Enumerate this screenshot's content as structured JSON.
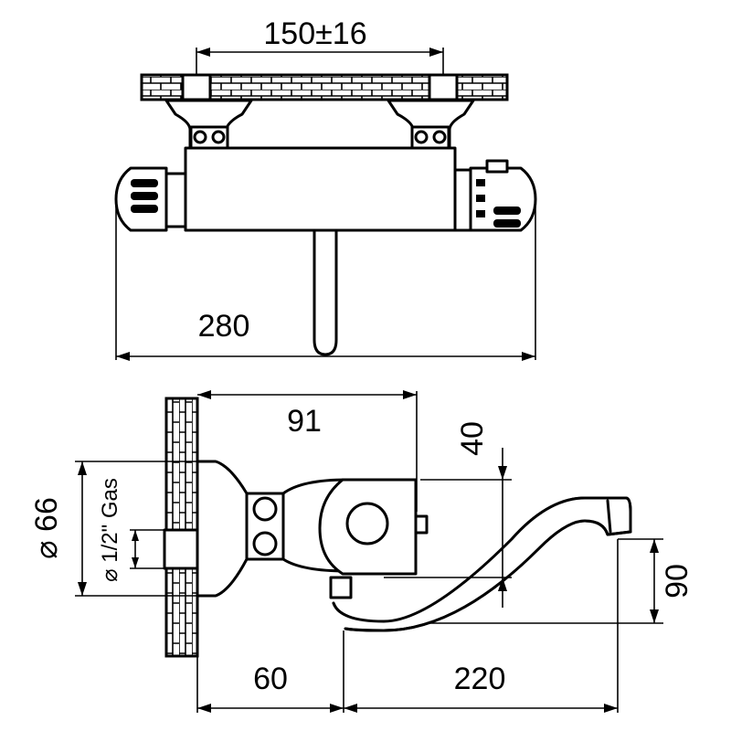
{
  "dimensions": {
    "top_spacing": "150±16",
    "overall_width": "280",
    "depth_to_center": "91",
    "height_offset": "40",
    "diameter": "⌀ 66",
    "inlet": "⌀ 1/2\" Gas",
    "spout_drop": "90",
    "wall_distance": "60",
    "spout_reach": "220"
  }
}
